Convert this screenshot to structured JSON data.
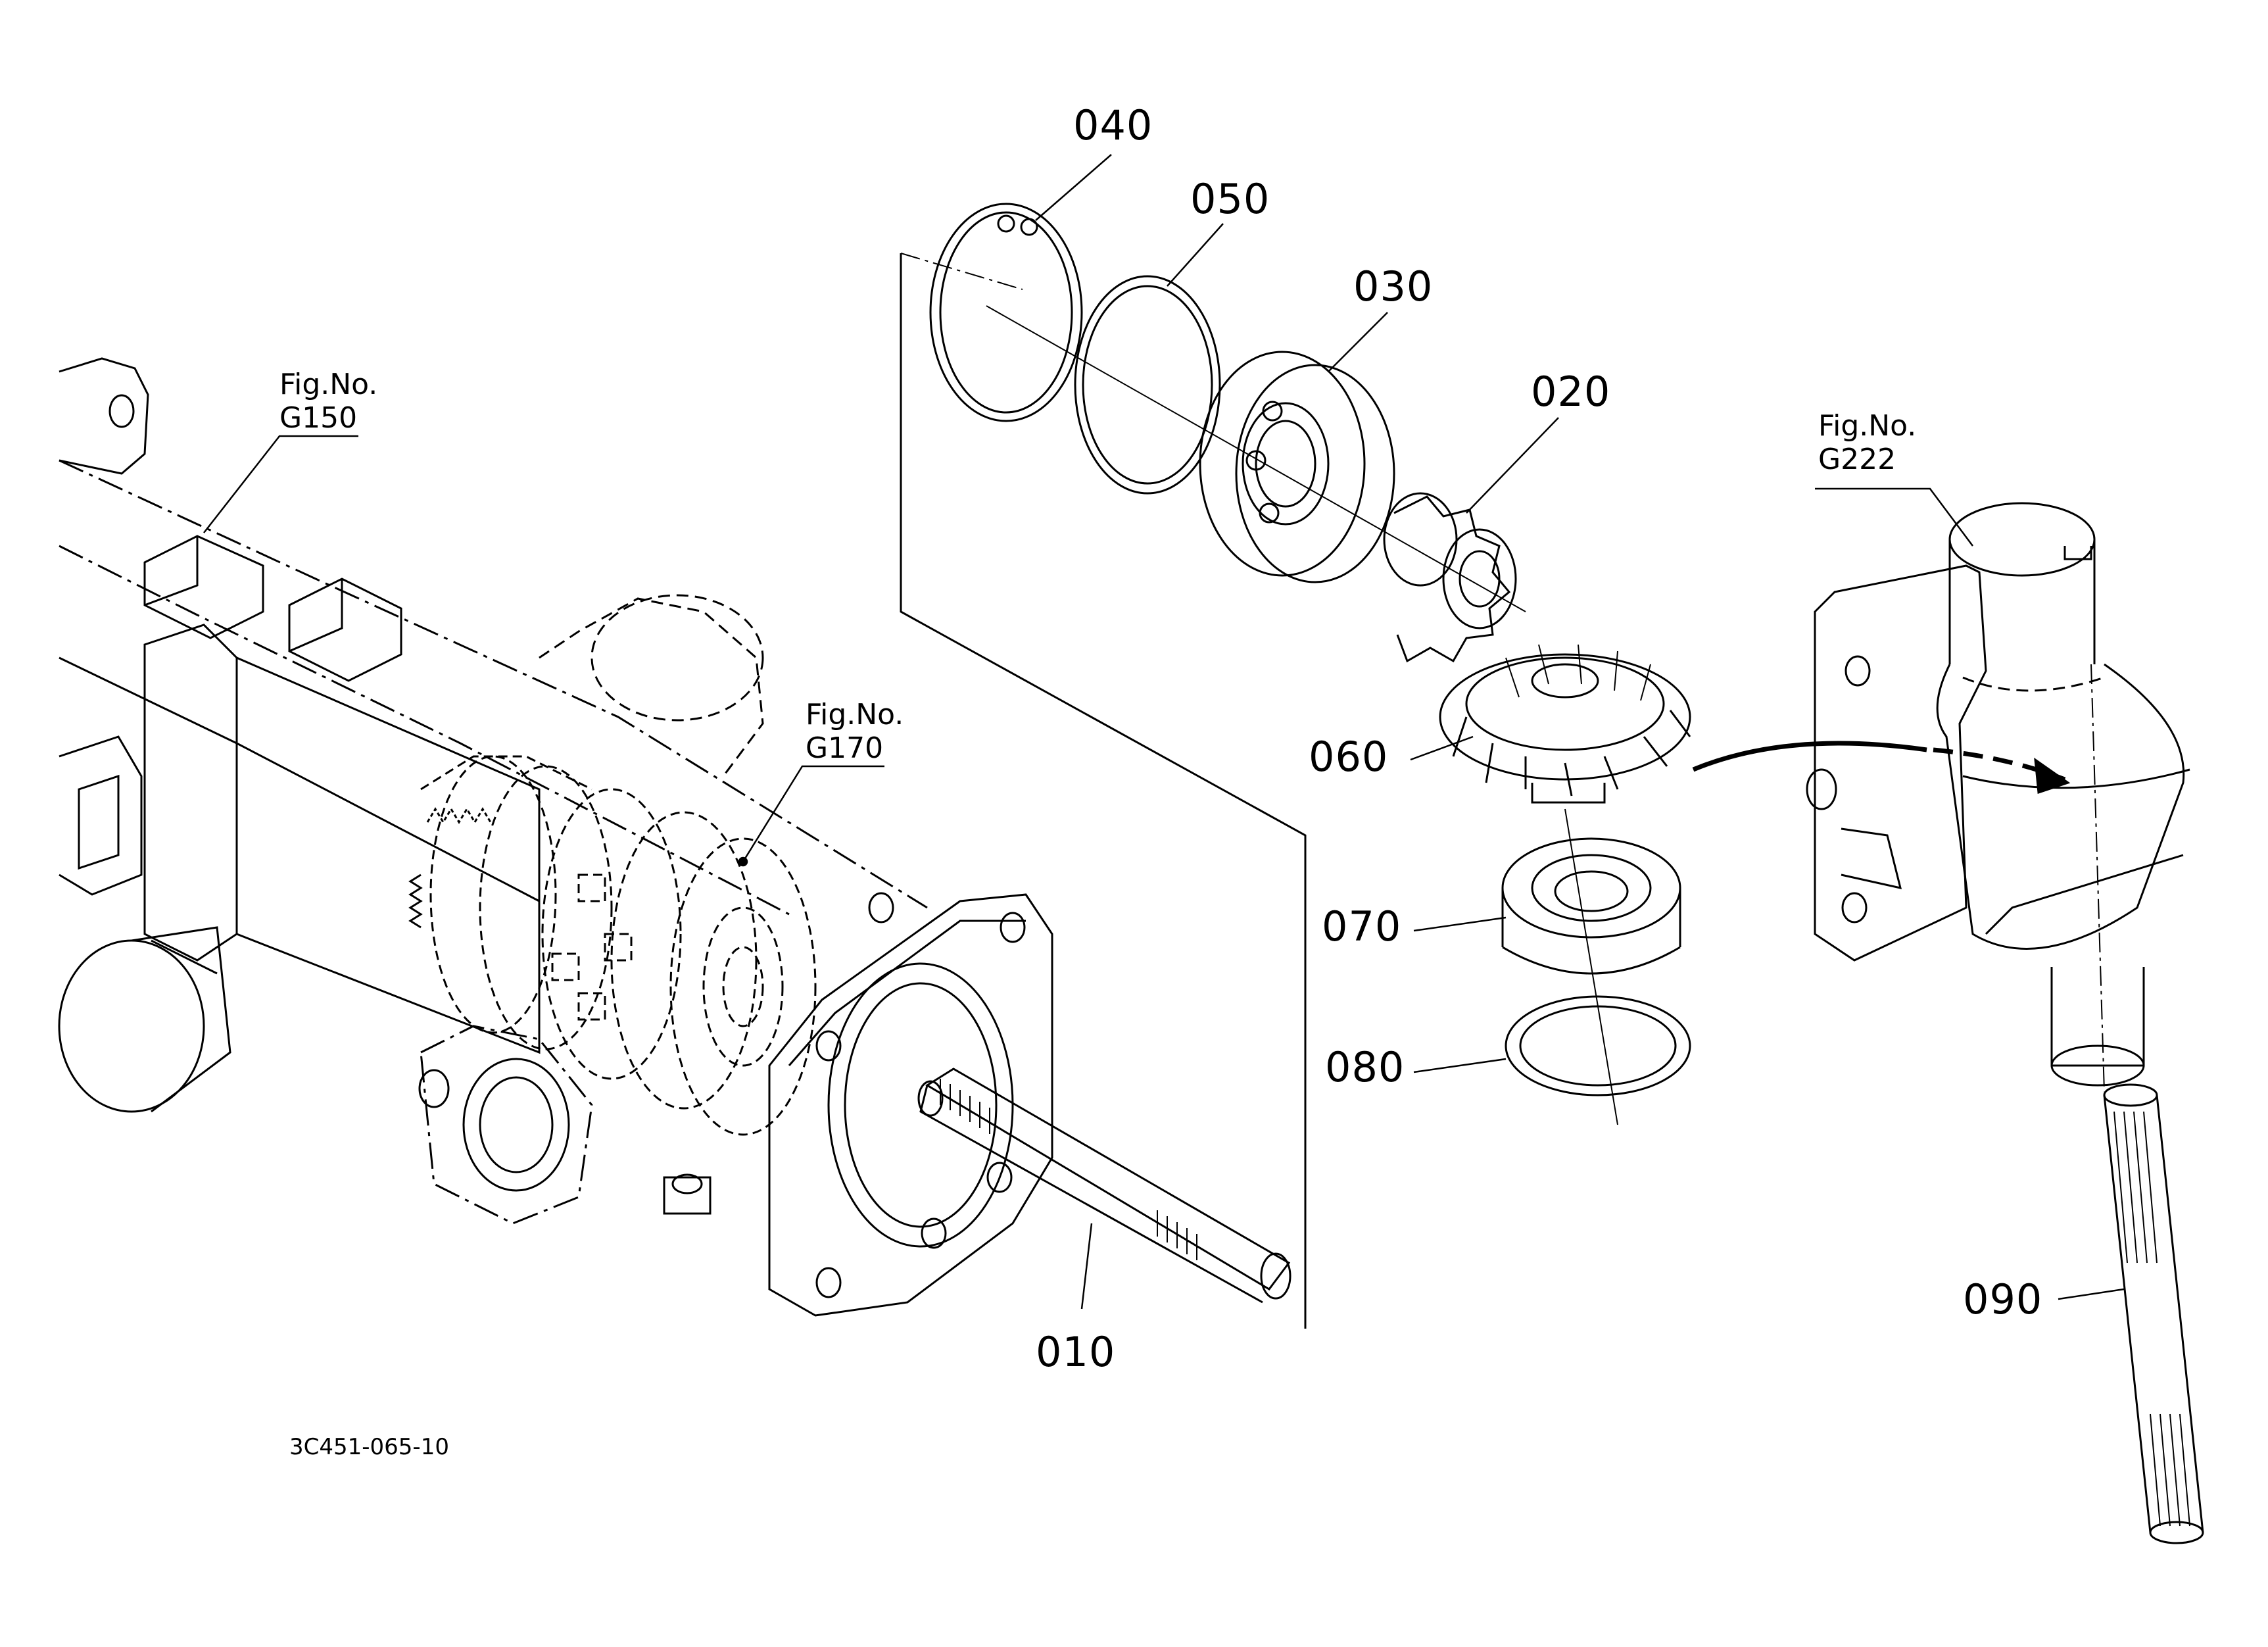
{
  "part_labels": {
    "p010": "010",
    "p020": "020",
    "p030": "030",
    "p040": "040",
    "p050": "050",
    "p060": "060",
    "p070": "070",
    "p080": "080",
    "p090": "090"
  },
  "fig_refs": {
    "g150": {
      "line1": "Fig.No.",
      "line2": "G150"
    },
    "g170": {
      "line1": "Fig.No.",
      "line2": "G170"
    },
    "g222": {
      "line1": "Fig.No.",
      "line2": "G222"
    }
  },
  "drawing_code": "3C451-065-10",
  "colors": {
    "ink": "#000000",
    "paper": "#ffffff"
  }
}
